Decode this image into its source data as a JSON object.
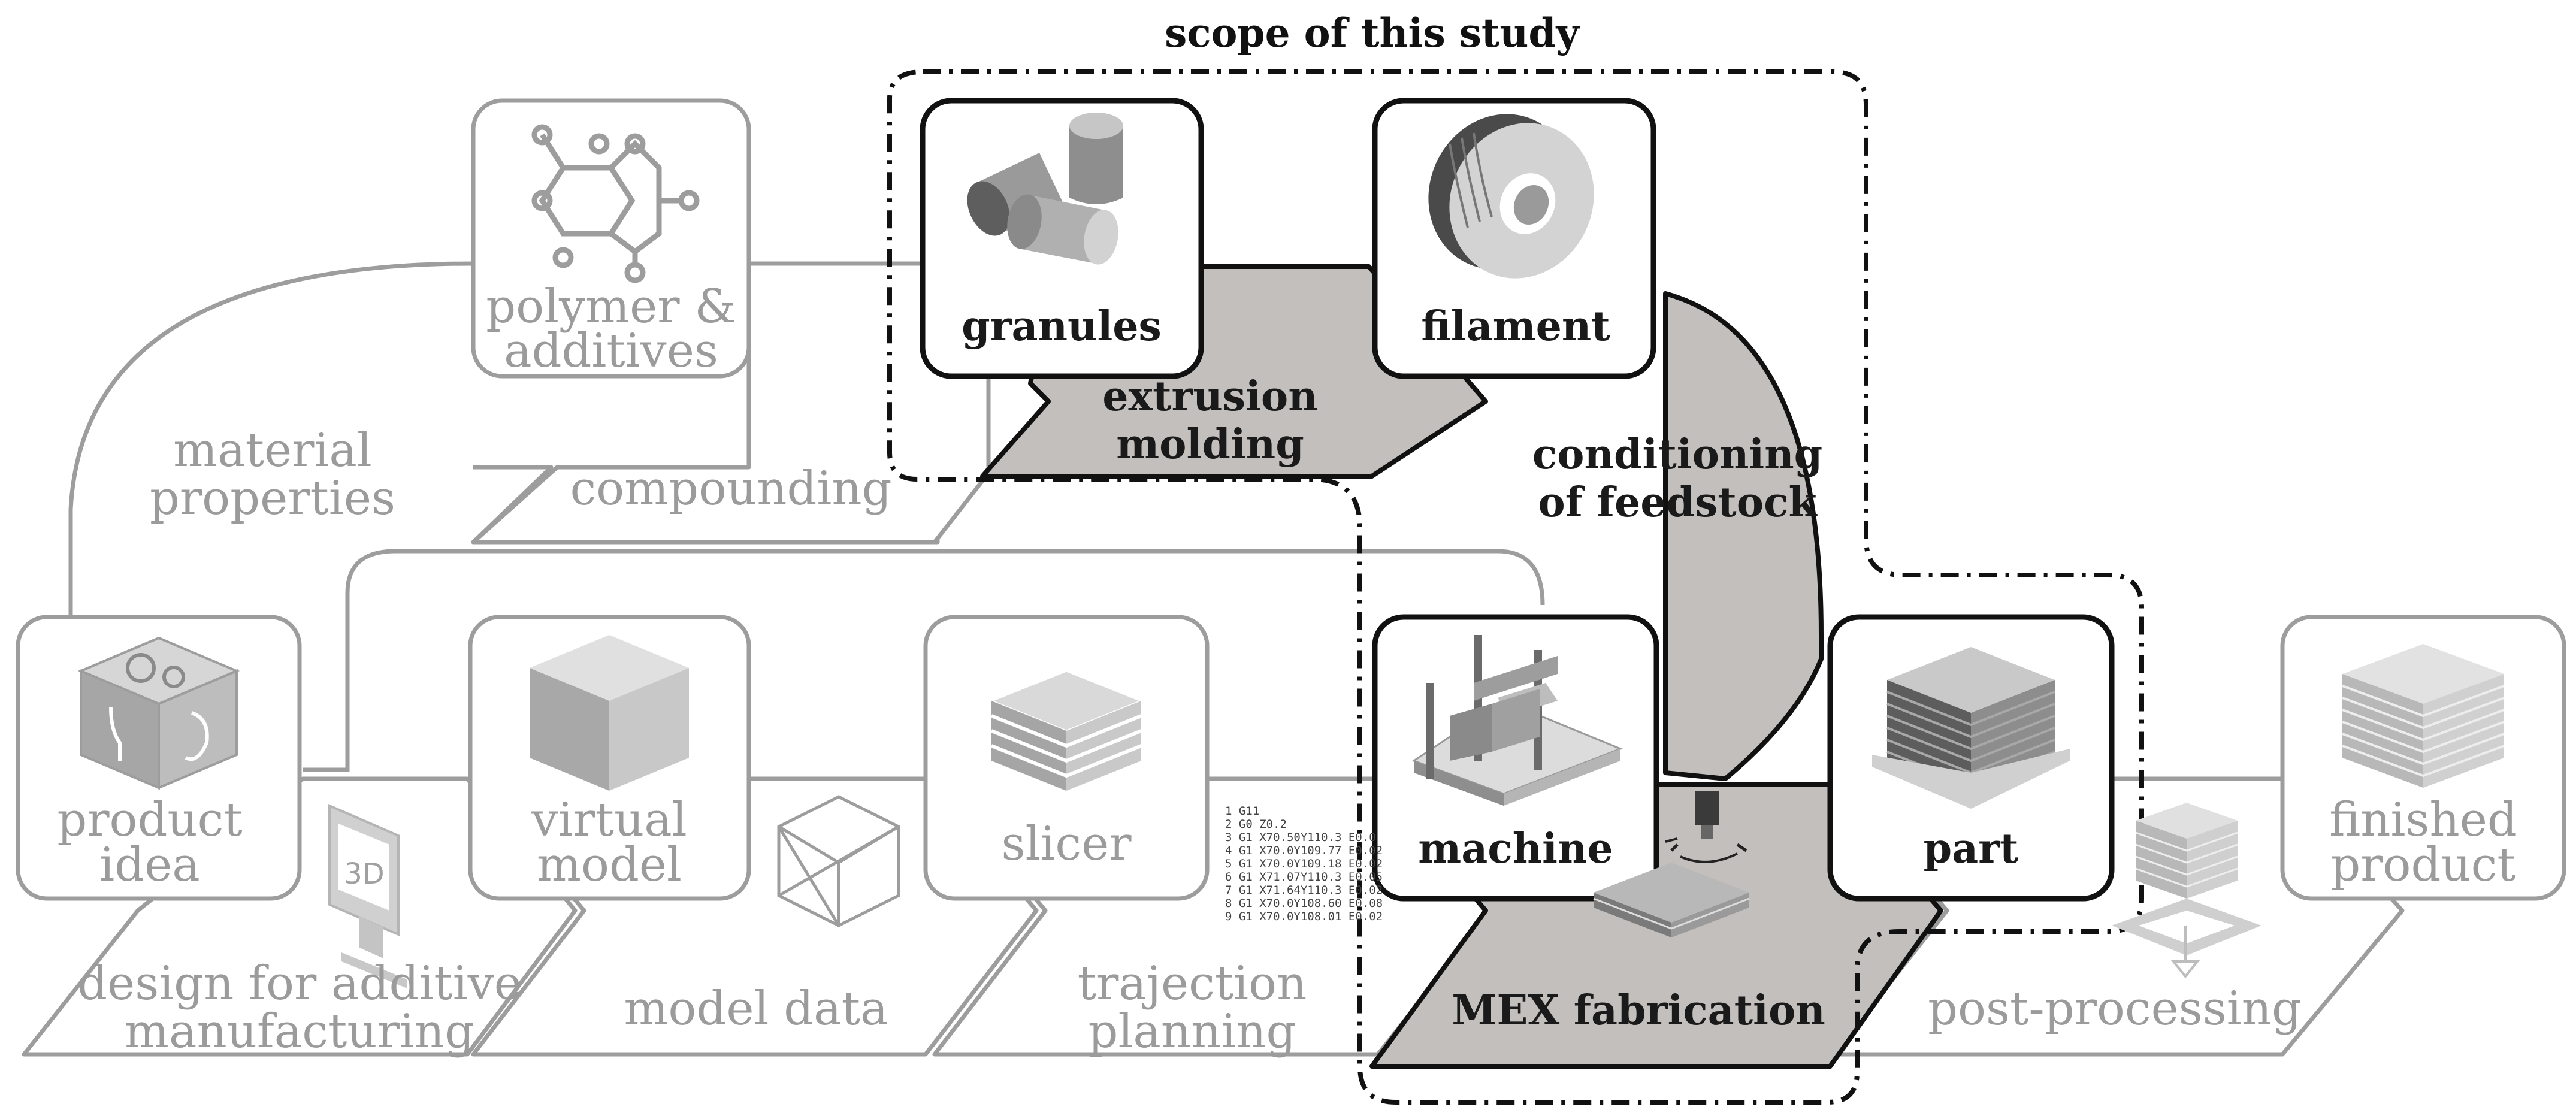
{
  "title": "scope of this study",
  "boxes": {
    "polymer": {
      "line1": "polymer &",
      "line2": "additives"
    },
    "granules": {
      "label": "granules"
    },
    "filament": {
      "label": "filament"
    },
    "product_idea": {
      "line1": "product",
      "line2": "idea"
    },
    "virtual_model": {
      "line1": "virtual",
      "line2": "model"
    },
    "slicer": {
      "label": "slicer"
    },
    "machine": {
      "label": "machine"
    },
    "part": {
      "label": "part"
    },
    "finished_product": {
      "line1": "finished",
      "line2": "product"
    }
  },
  "processes": {
    "material_properties": {
      "line1": "material",
      "line2": "properties"
    },
    "compounding": {
      "label": "compounding"
    },
    "extrusion_molding": {
      "line1": "extrusion",
      "line2": "molding"
    },
    "conditioning": {
      "line1": "conditioning",
      "line2": "of feedstock"
    },
    "design_am": {
      "line1": "design for additive",
      "line2": "manufacturing"
    },
    "model_data": {
      "label": "model data"
    },
    "trajection_planning": {
      "line1": "trajection",
      "line2": "planning"
    },
    "mex_fabrication": {
      "label": "MEX fabrication"
    },
    "post_processing": {
      "label": "post-processing"
    }
  },
  "icons": {
    "monitor_text": "3D"
  },
  "gcode_lines": [
    "1 G11",
    "2 G0 Z0.2",
    "3 G1 X70.50Y110.3 E0.0",
    "4 G1 X70.0Y109.77 E0.02",
    "5 G1 X70.0Y109.18 E0.02",
    "6 G1 X71.07Y110.3 E0.05",
    "7 G1 X71.64Y110.3 E0.02",
    "8 G1 X70.0Y108.60 E0.08",
    "9 G1 X70.0Y108.01 E0.02"
  ],
  "colors": {
    "active_fill": "#c3bfbd",
    "active_stroke": "#111111",
    "inactive_stroke": "#9d9d9d",
    "inactive_text": "#9b9b9b"
  }
}
